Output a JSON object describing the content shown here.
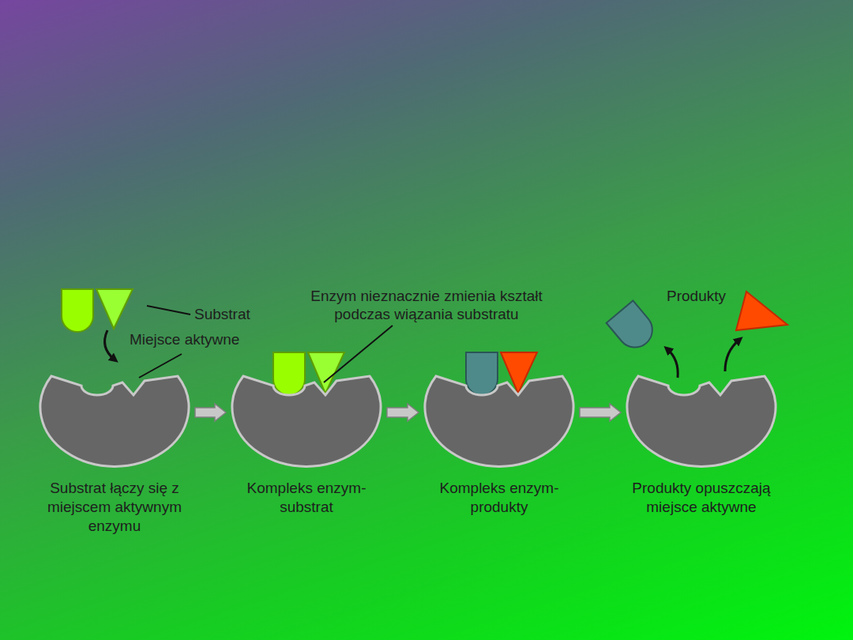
{
  "diagram": {
    "nodes": [
      {
        "text": [
          "Substrat łączy się z miejscem aktywnym enzymu"
        ]
      },
      {
        "text": [
          "Kompleks enzym-substrat"
        ]
      },
      {
        "text": [
          "Kompleks enzym-produkty"
        ]
      },
      {
        "text": [
          "Produkty opuszczają miejsce aktywne"
        ]
      }
    ],
    "edges": [
      {
        "from": 0,
        "to": 1,
        "arrow": "to"
      },
      {
        "from": 1,
        "to": 2,
        "arrow": "to"
      },
      {
        "from": 2,
        "to": 3,
        "arrow": "to"
      }
    ],
    "labels": [
      "Substrat",
      "Miejsce aktywne",
      "Enzym nieznacznie zmienia kształt podczas wiązania substratu",
      "Produkty"
    ]
  }
}
